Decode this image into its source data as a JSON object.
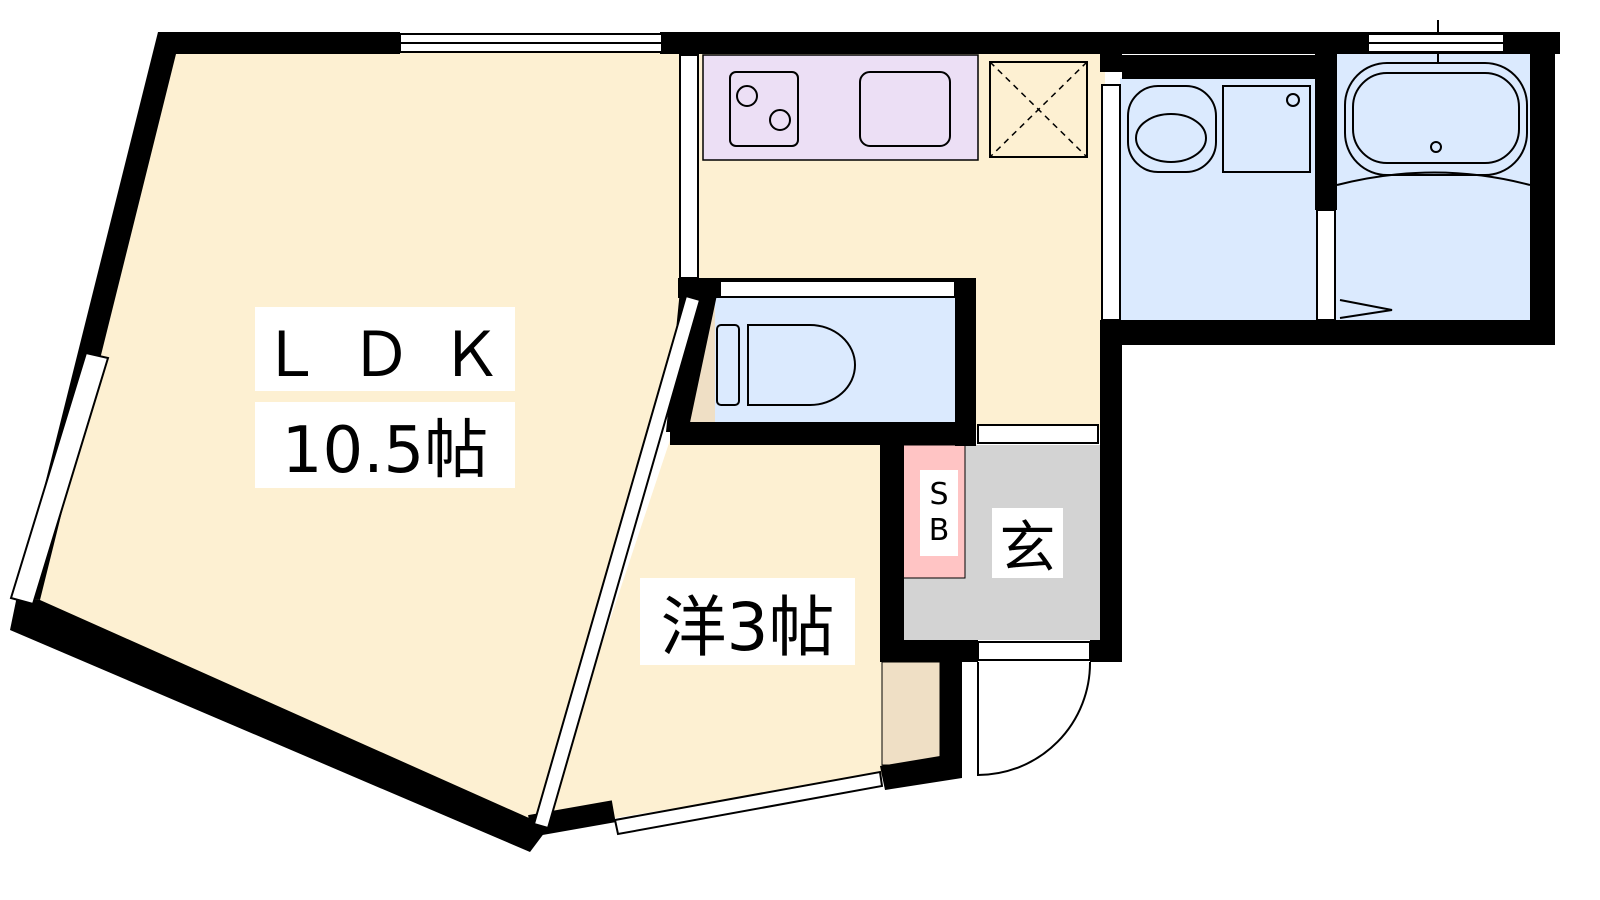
{
  "rooms": {
    "ldk": {
      "name": "ＬＤＫ",
      "size": "10.5帖"
    },
    "western": {
      "name": "洋3帖"
    },
    "shoe_box": {
      "line1": "S",
      "line2": "B"
    },
    "entrance": {
      "name": "玄"
    }
  },
  "colors": {
    "floor": "#fdf0d2",
    "wet": "#dbeafe",
    "kitchen": "#ecdff5",
    "entrance": "#d3d3d3",
    "shoe_box": "#ffc4c4",
    "closet": "#efdfc5",
    "wall": "#000000"
  }
}
